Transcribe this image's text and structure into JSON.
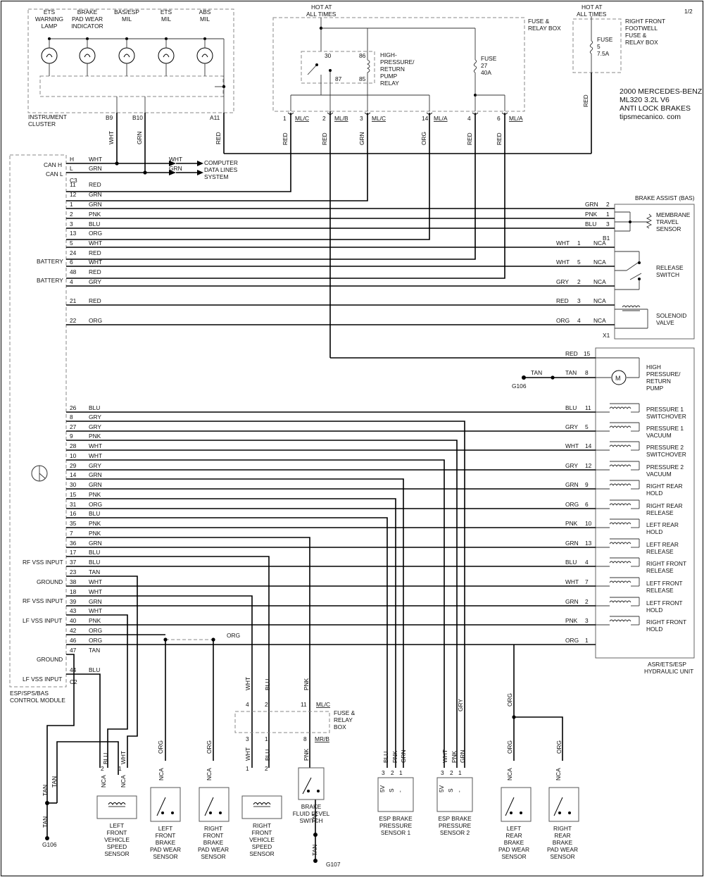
{
  "page": {
    "number": "1/2"
  },
  "title_block": [
    "2000 MERCEDES-BENZ",
    "ML320 3.2L  V6",
    "ANTI LOCK BRAKES",
    "tipsmecanico. com"
  ],
  "power": {
    "hot_main": [
      "HOT AT",
      "ALL TIMES"
    ],
    "hot_right": [
      "HOT AT",
      "ALL TIMES"
    ],
    "fuse_relay_box": [
      "FUSE &",
      "RELAY BOX"
    ],
    "right_front_box": [
      "RIGHT FRONT",
      "FOOTWELL",
      "FUSE &",
      "RELAY BOX"
    ],
    "fuse5": [
      "FUSE",
      "5",
      "7.5A"
    ],
    "fuse27": [
      "FUSE",
      "27",
      "40A"
    ],
    "relay": [
      "HIGH-",
      "PRESSURE/",
      "RETURN",
      "PUMP",
      "RELAY"
    ],
    "relay_pins": [
      "30",
      "86",
      "87",
      "85"
    ],
    "connectors": [
      {
        "pin": "1",
        "conn": "ML/C",
        "color": "RED"
      },
      {
        "pin": "2",
        "conn": "ML/B",
        "color": "RED"
      },
      {
        "pin": "3",
        "conn": "ML/C",
        "color": "GRN"
      },
      {
        "pin": "14",
        "conn": "ML/A",
        "color": "ORG"
      },
      {
        "pin": "4",
        "conn": "",
        "color": "RED"
      },
      {
        "pin": "6",
        "conn": "ML/A",
        "color": "RED"
      }
    ],
    "right_red": "RED"
  },
  "instrument_cluster": {
    "lamps": [
      [
        "ETS",
        "WARNING",
        "LAMP"
      ],
      [
        "BRAKE",
        "PAD WEAR",
        "INDICATOR"
      ],
      [
        "BAS/ESP",
        "MIL"
      ],
      [
        "ETS",
        "MIL"
      ],
      [
        "ABS",
        "MIL"
      ]
    ],
    "pins": [
      "B9",
      "B10",
      "A11"
    ],
    "wire_colors": [
      "WHT",
      "GRN",
      "RED"
    ],
    "label": [
      "INSTRUMENT",
      "CLUSTER"
    ]
  },
  "control_module": {
    "label": [
      "ESP/SPS/BAS",
      "CONTROL MODULE"
    ],
    "connector_c3": "C3",
    "connector_c2": "C2",
    "side_labels": [
      "CAN H",
      "CAN L",
      "BATTERY",
      "BATTERY",
      "RF VSS INPUT",
      "GROUND",
      "RF VSS INPUT",
      "LF VSS INPUT",
      "GROUND",
      "LF VSS INPUT"
    ],
    "can": [
      {
        "pin": "H",
        "color": "WHT"
      },
      {
        "pin": "L",
        "color": "GRN"
      }
    ],
    "can_colors_right": [
      "WHT",
      "GRN"
    ],
    "computer_label": [
      "COMPUTER",
      "DATA LINES",
      "SYSTEM"
    ],
    "pins": [
      {
        "pin": "11",
        "color": "RED"
      },
      {
        "pin": "12",
        "color": "GRN"
      },
      {
        "pin": "1",
        "color": "GRN"
      },
      {
        "pin": "2",
        "color": "PNK"
      },
      {
        "pin": "3",
        "color": "BLU"
      },
      {
        "pin": "13",
        "color": "ORG"
      },
      {
        "pin": "5",
        "color": "WHT"
      },
      {
        "pin": "24",
        "color": "RED"
      },
      {
        "pin": "6",
        "color": "WHT"
      },
      {
        "pin": "48",
        "color": "RED"
      },
      {
        "pin": "4",
        "color": "GRY"
      },
      {
        "pin": "21",
        "color": "RED"
      },
      {
        "pin": "22",
        "color": "ORG"
      },
      {
        "pin": "26",
        "color": "BLU"
      },
      {
        "pin": "8",
        "color": "GRY"
      },
      {
        "pin": "27",
        "color": "GRY"
      },
      {
        "pin": "9",
        "color": "PNK"
      },
      {
        "pin": "28",
        "color": "WHT"
      },
      {
        "pin": "10",
        "color": "WHT"
      },
      {
        "pin": "29",
        "color": "GRY"
      },
      {
        "pin": "14",
        "color": "GRN"
      },
      {
        "pin": "30",
        "color": "GRN"
      },
      {
        "pin": "15",
        "color": "PNK"
      },
      {
        "pin": "31",
        "color": "ORG"
      },
      {
        "pin": "16",
        "color": "BLU"
      },
      {
        "pin": "35",
        "color": "PNK"
      },
      {
        "pin": "7",
        "color": "PNK"
      },
      {
        "pin": "36",
        "color": "GRN"
      },
      {
        "pin": "17",
        "color": "BLU"
      },
      {
        "pin": "37",
        "color": "BLU"
      },
      {
        "pin": "23",
        "color": "TAN"
      },
      {
        "pin": "38",
        "color": "WHT"
      },
      {
        "pin": "18",
        "color": "WHT"
      },
      {
        "pin": "39",
        "color": "GRN"
      },
      {
        "pin": "43",
        "color": "WHT"
      },
      {
        "pin": "40",
        "color": "PNK"
      },
      {
        "pin": "42",
        "color": "ORG"
      },
      {
        "pin": "46",
        "color": "ORG"
      },
      {
        "pin": "47",
        "color": "TAN"
      },
      {
        "pin": "44",
        "color": "BLU"
      }
    ]
  },
  "brake_assist": {
    "title": "BRAKE ASSIST (BAS)",
    "conn_b1": "B1",
    "conn_x1": "X1",
    "pins": [
      {
        "color": "GRN",
        "pin": "2"
      },
      {
        "color": "PNK",
        "pin": "1"
      },
      {
        "color": "BLU",
        "pin": "3"
      },
      {
        "color": "WHT",
        "pin": "1",
        "nca": "NCA"
      },
      {
        "color": "WHT",
        "pin": "5",
        "nca": "NCA"
      },
      {
        "color": "GRY",
        "pin": "2",
        "nca": "NCA"
      },
      {
        "color": "RED",
        "pin": "3",
        "nca": "NCA"
      },
      {
        "color": "ORG",
        "pin": "4",
        "nca": "NCA"
      }
    ],
    "components": [
      [
        "MEMBRANE",
        "TRAVEL",
        "SENSOR"
      ],
      [
        "RELEASE",
        "SWITCH"
      ],
      [
        "SOLENOID",
        "VALVE"
      ]
    ]
  },
  "hydraulic_unit": {
    "label": [
      "ASR/ETS/ESP",
      "HYDRAULIC UNIT"
    ],
    "pump": {
      "label": [
        "HIGH",
        "PRESSURE/",
        "RETURN",
        "PUMP"
      ],
      "red_pin": "15",
      "tan_pin": "8",
      "ground": "G106",
      "color_red": "RED",
      "color_tan": "TAN",
      "color_tan2": "TAN"
    },
    "valves": [
      {
        "color": "BLU",
        "pin": "11",
        "label": [
          "PRESSURE 1",
          "SWITCHOVER"
        ]
      },
      {
        "color": "GRY",
        "pin": "5",
        "label": [
          "PRESSURE 1",
          "VACUUM"
        ]
      },
      {
        "color": "WHT",
        "pin": "14",
        "label": [
          "PRESSURE 2",
          "SWITCHOVER"
        ]
      },
      {
        "color": "GRY",
        "pin": "12",
        "label": [
          "PRESSURE 2",
          "VACUUM"
        ]
      },
      {
        "color": "GRN",
        "pin": "9",
        "label": [
          "RIGHT REAR",
          "HOLD"
        ]
      },
      {
        "color": "ORG",
        "pin": "6",
        "label": [
          "RIGHT REAR",
          "RELEASE"
        ]
      },
      {
        "color": "PNK",
        "pin": "10",
        "label": [
          "LEFT REAR",
          "HOLD"
        ]
      },
      {
        "color": "GRN",
        "pin": "13",
        "label": [
          "LEFT REAR",
          "RELEASE"
        ]
      },
      {
        "color": "BLU",
        "pin": "4",
        "label": [
          "RIGHT FRONT",
          "RELEASE"
        ]
      },
      {
        "color": "WHT",
        "pin": "7",
        "label": [
          "LEFT FRONT",
          "RELEASE"
        ]
      },
      {
        "color": "GRN",
        "pin": "2",
        "label": [
          "LEFT FRONT",
          "HOLD"
        ]
      },
      {
        "color": "PNK",
        "pin": "3",
        "label": [
          "RIGHT FRONT",
          "HOLD"
        ]
      },
      {
        "color": "ORG",
        "pin": "1",
        "label": []
      }
    ]
  },
  "bottom": {
    "splice_org": "ORG",
    "lower_fuse_box": [
      "FUSE &",
      "RELAY",
      "BOX"
    ],
    "lower_fuse_top": [
      {
        "color": "WHT",
        "pin": "4"
      },
      {
        "color": "BLU",
        "pin": "2"
      },
      {
        "color": "PNK",
        "pin": "11",
        "conn": "ML/C"
      }
    ],
    "lower_fuse_bottom": [
      {
        "color": "WHT",
        "pin": "3"
      },
      {
        "color": "BLU",
        "pin": "1"
      },
      {
        "color": "PNK",
        "pin": "8",
        "conn": "MR/B"
      }
    ],
    "tan": [
      "TAN",
      "TAN",
      "TAN",
      "TAN",
      "TAN"
    ],
    "ground_left": "G106",
    "ground_mid": "G107",
    "lf_vss_pins": [
      {
        "pin": "2",
        "color": "BLU"
      },
      {
        "pin": "1",
        "color": "WHT"
      }
    ],
    "rf_vss_pins": [
      {
        "pin": "1",
        "color": "WHT"
      },
      {
        "pin": "2",
        "color": "BLU"
      }
    ],
    "esp1_pins": [
      {
        "pin": "3",
        "color": "BLU"
      },
      {
        "pin": "2",
        "color": "PNK"
      },
      {
        "pin": "1",
        "color": "GRN"
      }
    ],
    "esp2_pins": [
      {
        "pin": "3",
        "color": "WHT"
      },
      {
        "pin": "2",
        "color": "PNK"
      },
      {
        "pin": "1",
        "color": "GRN"
      }
    ],
    "esp_terms": [
      "5V",
      "S",
      "-"
    ],
    "grey_label": "GRY",
    "org": [
      "ORG",
      "ORG",
      "ORG",
      "ORG",
      "ORG"
    ],
    "nca": "NCA",
    "components": [
      [
        "LEFT",
        "FRONT",
        "VEHICLE",
        "SPEED",
        "SENSOR"
      ],
      [
        "LEFT",
        "FRONT",
        "BRAKE",
        "PAD WEAR",
        "SENSOR"
      ],
      [
        "RIGHT",
        "FRONT",
        "BRAKE",
        "PAD WEAR",
        "SENSOR"
      ],
      [
        "RIGHT",
        "FRONT",
        "VEHICLE",
        "SPEED",
        "SENSOR"
      ],
      [
        "BRAKE",
        "FLUID LEVEL",
        "SWITCH"
      ],
      [
        "ESP BRAKE",
        "PRESSURE",
        "SENSOR 1"
      ],
      [
        "ESP BRAKE",
        "PRESSURE",
        "SENSOR 2"
      ],
      [
        "LEFT",
        "REAR",
        "BRAKE",
        "PAD WEAR",
        "SENSOR"
      ],
      [
        "RIGHT",
        "REAR",
        "BRAKE",
        "PAD WEAR",
        "SENSOR"
      ]
    ]
  }
}
